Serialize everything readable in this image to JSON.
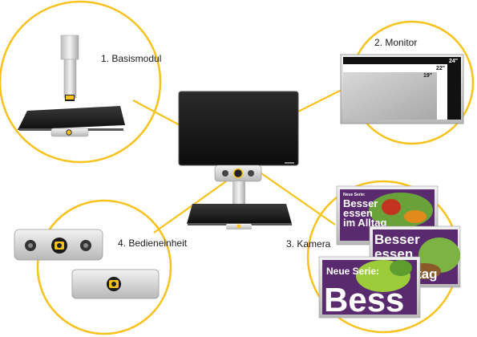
{
  "labels": {
    "basismodul": "1. Basismodul",
    "monitor": "2. Monitor",
    "kamera": "3. Kamera",
    "bedieneinheit": "4. Bedieneinheit"
  },
  "monitor_sizes": [
    "24\"",
    "22\"",
    "19\""
  ],
  "magazine": {
    "title_small": [
      "Besser",
      "essen",
      "im Alltag"
    ],
    "title_medium": [
      "Besser",
      "essen",
      "tag"
    ],
    "series_label": "Neue Serie:",
    "big_word": "Bess",
    "small_header": "Neue Serie:"
  },
  "colors": {
    "accent_yellow": "#f7c21b",
    "device_black": "#1b1b1b",
    "magazine_purple": "#5a2a6e",
    "device_silver": "#c9c9c9"
  }
}
